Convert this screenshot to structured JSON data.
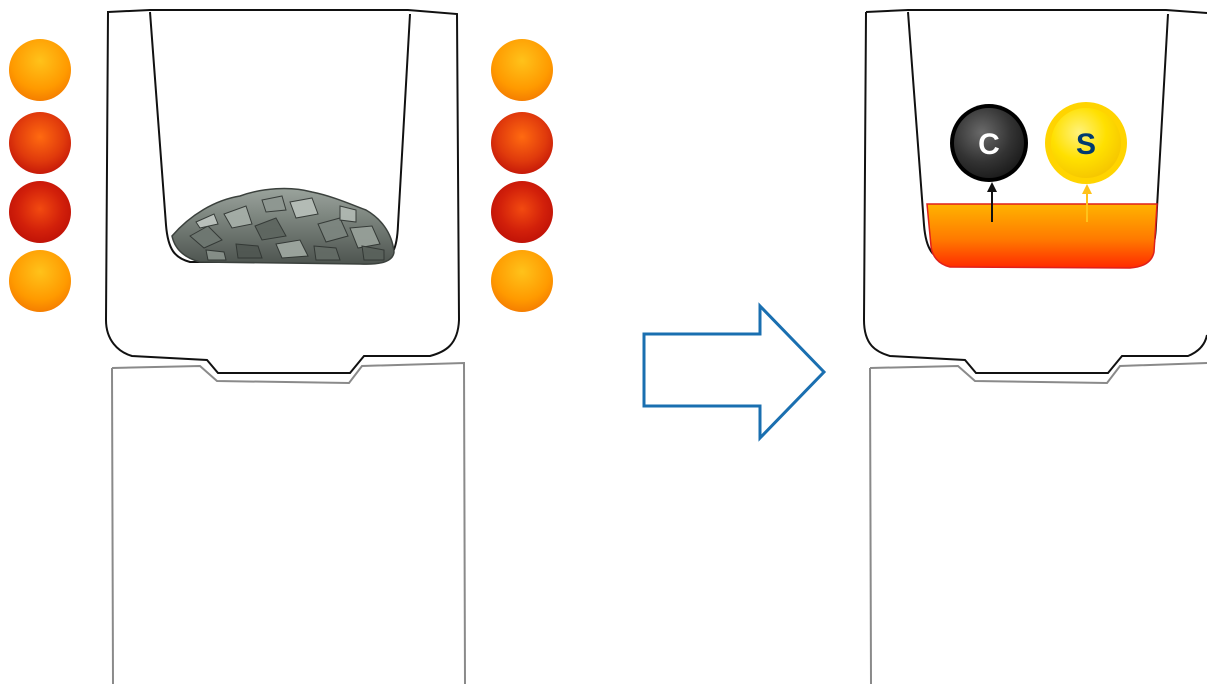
{
  "diagram": {
    "before_stage": {
      "crucible": "crucible",
      "sample": "ore-rock-sample",
      "heaters_left": [
        "heater",
        "heater",
        "heater",
        "heater"
      ],
      "heaters_right": [
        "heater",
        "heater",
        "heater",
        "heater"
      ],
      "pedestal": "pedestal"
    },
    "transition": {
      "icon": "right-arrow-icon"
    },
    "after_stage": {
      "crucible": "crucible",
      "melt": "molten-sample",
      "elements": [
        {
          "symbol": "C"
        },
        {
          "symbol": "S"
        }
      ],
      "pedestal": "pedestal"
    }
  },
  "colors": {
    "outline": "#111111",
    "pedestal_outline": "#8a8a8a",
    "heater_light": "#ffb000",
    "heater_dark": "#cc1a0a",
    "arrow_outline": "#1a6fb0",
    "carbon_fill": "#2b2b2b",
    "sulfur_fill": "#ffd400",
    "sulfur_text": "#003a70",
    "melt_top": "#ffb300",
    "melt_bottom": "#ff3a00",
    "melt_border": "#e0201a"
  }
}
